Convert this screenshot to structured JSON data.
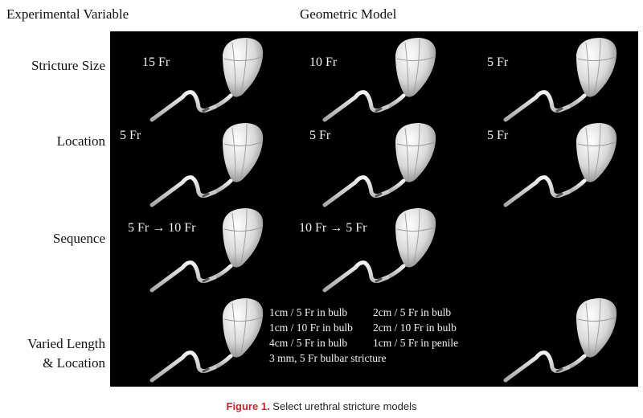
{
  "header": {
    "left": "Experimental Variable",
    "right": "Geometric Model"
  },
  "rows": [
    {
      "label": "Stricture Size",
      "cells": [
        "15 Fr",
        "10 Fr",
        "5 Fr"
      ]
    },
    {
      "label": "Location",
      "cells": [
        "5 Fr",
        "5 Fr",
        "5 Fr"
      ]
    },
    {
      "label": "Sequence",
      "cells": [
        "5 Fr → 10 Fr",
        "10 Fr →  5 Fr"
      ]
    },
    {
      "label_lines": [
        "Varied Length",
        "& Location"
      ]
    }
  ],
  "notes": {
    "pairs": [
      [
        "1cm / 5 Fr in bulb",
        "2cm / 5 Fr in bulb"
      ],
      [
        "1cm / 10 Fr in bulb",
        "2cm / 10 Fr in bulb"
      ],
      [
        "4cm / 5 Fr in bulb",
        "1cm / 5 Fr in penile"
      ]
    ],
    "last": "3 mm,  5 Fr bulbar stricture"
  },
  "caption": {
    "figure": "Figure 1.",
    "text": " Select urethral stricture models"
  }
}
